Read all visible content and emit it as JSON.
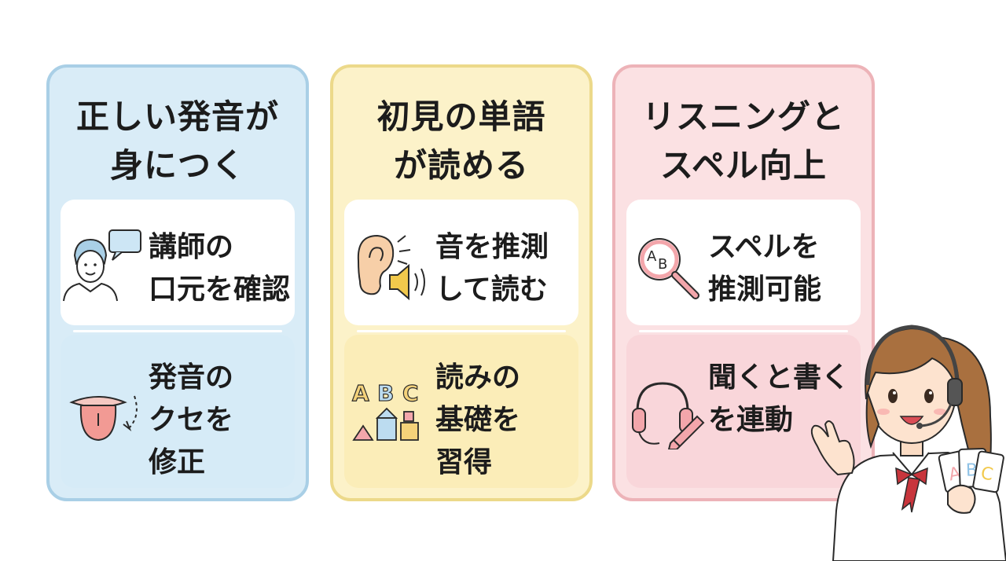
{
  "columns": [
    {
      "title": "正しい発音が\n身につく",
      "top_item": "講師の\n口元を確認",
      "bottom_item": "発音の\nクセを\n修正"
    },
    {
      "title": "初見の単語\nが読める",
      "top_item": "音を推測\nして読む",
      "bottom_item": "読みの\n基礎を\n習得",
      "abc_letters": [
        "A",
        "B",
        "C"
      ]
    },
    {
      "title": "リスニングと\nスペル向上",
      "top_item": "スペルを\n推測可能",
      "bottom_item": "聞くと書く\nを連動",
      "magnifier_letters": [
        "A",
        "B"
      ]
    }
  ],
  "character": {
    "card_letters": [
      "A",
      "B",
      "C"
    ]
  },
  "colors": {
    "blue_panel": "#d9ecf7",
    "yellow_panel": "#fcf2c9",
    "pink_panel": "#fbe1e3"
  }
}
